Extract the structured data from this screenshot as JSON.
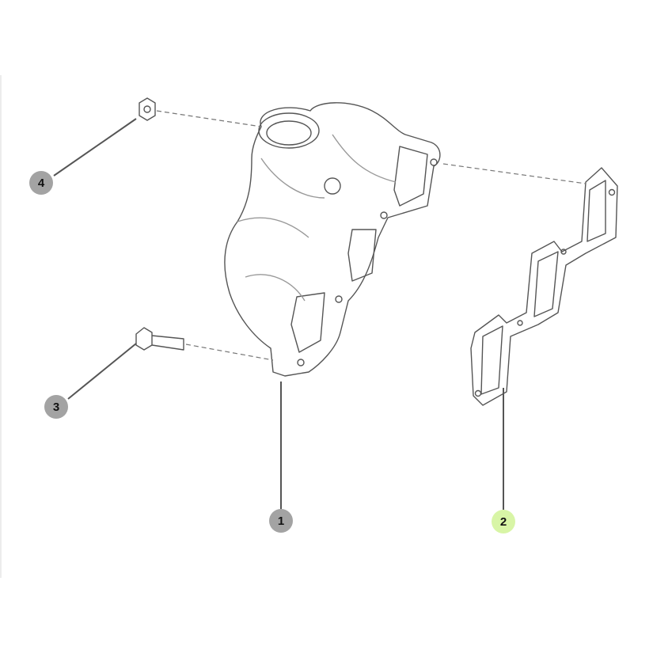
{
  "callouts": [
    {
      "label": "1",
      "part": "exhaust-manifold"
    },
    {
      "label": "2",
      "part": "manifold-gasket",
      "highlighted": true
    },
    {
      "label": "3",
      "part": "bolt"
    },
    {
      "label": "4",
      "part": "nut"
    }
  ],
  "colors": {
    "callout": "#a3a3a3",
    "callout_highlight": "#d8f5a6",
    "line": "#444444"
  }
}
